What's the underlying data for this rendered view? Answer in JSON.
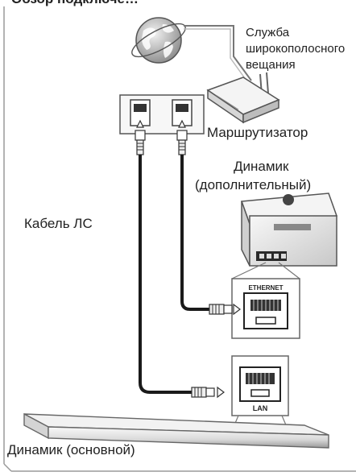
{
  "header": {
    "text": "Обзор подключе…"
  },
  "labels": {
    "service": [
      "Служба",
      "широкополосного",
      "вещания"
    ],
    "router": "Маршрутизатор",
    "speaker_extra": [
      "Динамик",
      "(дополнительный)"
    ],
    "cable": "Кабель ЛС",
    "ethernet_port": "ETHERNET",
    "lan_port": "LAN",
    "speaker_main": "Динамик (основной)"
  }
}
